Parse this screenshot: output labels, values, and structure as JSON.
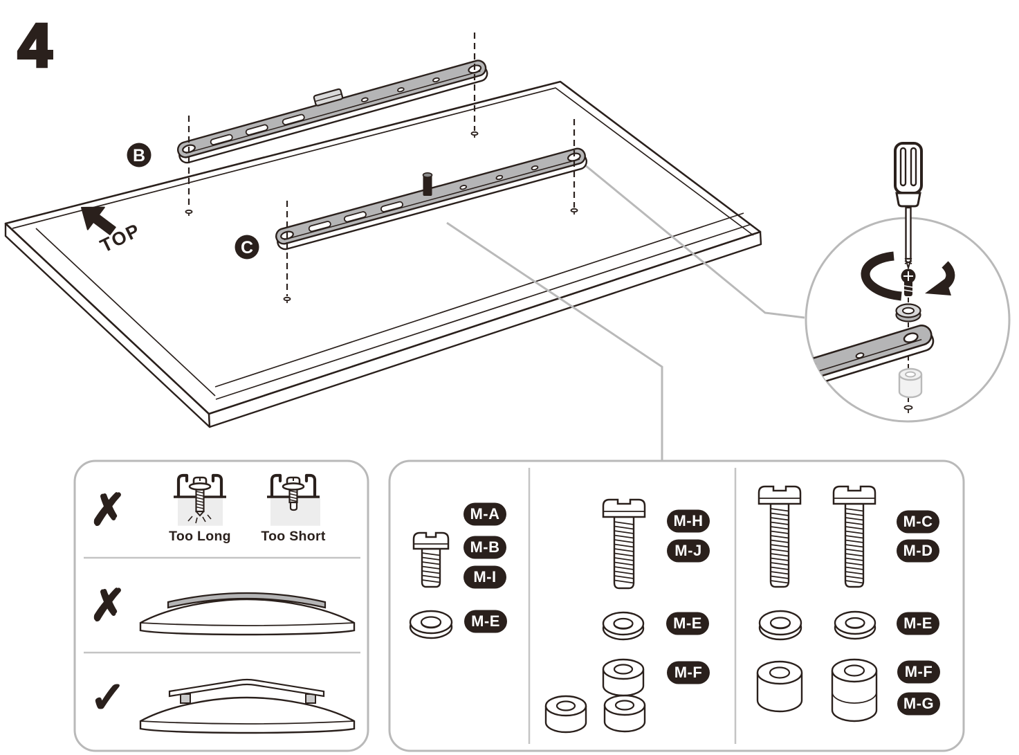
{
  "page": {
    "step_number": "4"
  },
  "colors": {
    "ink": "#2a201c",
    "metal_gray": "#b5b5b6",
    "ghost_gray": "#ededed",
    "leader_gray": "#b9b9b9"
  },
  "diagram": {
    "orientation_label": "TOP",
    "bracket_b_label": "B",
    "bracket_c_label": "C",
    "icons": [
      "tv-back-panel",
      "slotted-bracket",
      "screw-guide-dashed-line",
      "screwdriver-icon",
      "rotation-arrow-icon",
      "machine-screw-icon",
      "washer-icon",
      "spacer-icon",
      "top-direction-arrow-icon"
    ]
  },
  "warning_panel": {
    "rows": [
      {
        "mark": "✗",
        "items": [
          {
            "icon": "screw-too-long-icon",
            "label": "Too Long"
          },
          {
            "icon": "screw-too-short-icon",
            "label": "Too Short"
          }
        ]
      },
      {
        "mark": "✗",
        "icon": "bracket-resting-on-curved-back-icon"
      },
      {
        "mark": "✓",
        "icon": "bracket-raised-on-spacers-icon"
      }
    ]
  },
  "hardware_panel": {
    "columns": [
      {
        "icon": "short-screw-icon",
        "screw_badges": [
          "M-A",
          "M-B",
          "M-I"
        ],
        "washer_badge": "M-E"
      },
      {
        "icon": "medium-screw-icon",
        "screw_badges": [
          "M-H",
          "M-J"
        ],
        "washer_badge": "M-E",
        "spacer_badge": "M-F"
      },
      {
        "icon": "long-screws-icon",
        "screw_badges": [
          "M-C",
          "M-D"
        ],
        "washer_badge": "M-E",
        "spacer_badges": [
          "M-F",
          "M-G"
        ]
      }
    ]
  }
}
